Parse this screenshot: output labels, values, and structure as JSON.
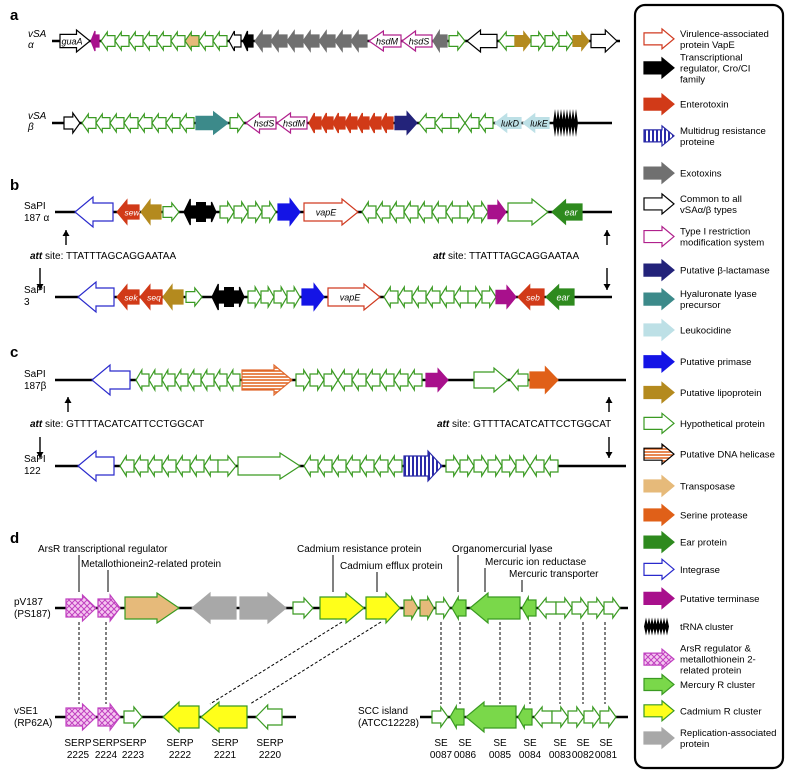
{
  "colors": {
    "hypothetical": "#3a9a22",
    "virulence": "#d03a20",
    "cro": "#000000",
    "enterotoxin": "#d13a18",
    "multidrug": "#2a2aa8",
    "exotoxin": "#707070",
    "typeI": "#b0208c",
    "beta_lactamase": "#23237a",
    "hyaluronate": "#3c8a8a",
    "leukocidine": "#bde0e6",
    "primase": "#1414e6",
    "lipoprotein": "#b48a1e",
    "dna_helicase": "#e06a30",
    "transposase": "#e6ba7a",
    "serine_protease": "#e06018",
    "ear": "#2e8a1e",
    "integrase": "#2a2acc",
    "terminase": "#a8108c",
    "trna": "#000000",
    "arsr": "#c040c0",
    "mercury": "#7ad84a",
    "cadmium": "#ffff1a",
    "replication": "#a8a8a8",
    "black": "#000000",
    "white": "#ffffff"
  },
  "panels": {
    "a": "a",
    "b": "b",
    "c": "c",
    "d": "d"
  },
  "rows": {
    "vsa_alpha": [
      "vSA",
      "α"
    ],
    "vsa_beta": [
      "vSA",
      "β"
    ],
    "sapi187a": [
      "SaPI",
      "187 α"
    ],
    "sapi3": [
      "SaPI",
      "3"
    ],
    "sapi187b": [
      "SaPI",
      "187β"
    ],
    "sapi122": [
      "SaPI",
      "122"
    ],
    "pv187": [
      "pV187",
      "(PS187)"
    ],
    "vse1": [
      "vSE1",
      "(RP62A)"
    ],
    "scc": [
      "SCC island",
      "(ATCC12228)"
    ]
  },
  "gene_labels": {
    "guaA": "guaA",
    "hsdM": "hsdM",
    "hsdS": "hsdS",
    "lukD": "lukD",
    "lukE": "lukE",
    "sew": "sew",
    "vapE": "vapE",
    "ear": "ear",
    "sek": "sek",
    "seq": "seq",
    "seb": "seb"
  },
  "att": {
    "prefix": "att",
    "b_left": " site: TTATTTAGCAGGAATAA",
    "b_right": " site: TTATTTAGCAGGAATAA",
    "c_left": " site: GTTTTACATCATTCCTGGCAT",
    "c_right": " site: GTTTTACATCATTCCTGGCAT"
  },
  "d_annotations": {
    "arsr": "ArsR transcriptional regulator",
    "metallo": "Metallothionein2-related protein",
    "cad_res": "Cadmium resistance protein",
    "cad_eff": "Cadmium efflux protein",
    "organomerc": "Organomercurial lyase",
    "merc_red": "Mercuric ion reductase",
    "merc_trans": "Mercuric transporter"
  },
  "serp_labels": [
    [
      "SERP",
      "2225"
    ],
    [
      "SERP",
      "2224"
    ],
    [
      "SERP",
      "2223"
    ],
    [
      "SERP",
      "2222"
    ],
    [
      "SERP",
      "2221"
    ],
    [
      "SERP",
      "2220"
    ]
  ],
  "se_labels": [
    [
      "SE",
      "0087"
    ],
    [
      "SE",
      "0086"
    ],
    [
      "SE",
      "0085"
    ],
    [
      "SE",
      "0084"
    ],
    [
      "SE",
      "0083"
    ],
    [
      "SE",
      "0082"
    ],
    [
      "SE",
      "0081"
    ]
  ],
  "legend": [
    {
      "label": [
        "Virulence-associated",
        "protein VapE"
      ],
      "icon": "virulence-icon"
    },
    {
      "label": [
        "Transcriptional",
        "regulator, Cro/CI",
        "family"
      ],
      "icon": "cro-regulator-icon"
    },
    {
      "label": [
        "Enterotoxin"
      ],
      "icon": "enterotoxin-icon"
    },
    {
      "label": [
        "Multidrug resistance",
        "proteine"
      ],
      "icon": "multidrug-icon"
    },
    {
      "label": [
        "Exotoxins"
      ],
      "icon": "exotoxin-icon"
    },
    {
      "label": [
        "Common to all",
        "vSAα/β types"
      ],
      "icon": "common-icon"
    },
    {
      "label": [
        "Type I restriction",
        "modification system"
      ],
      "icon": "type-i-icon"
    },
    {
      "label": [
        "Putative β-lactamase"
      ],
      "icon": "beta-lactamase-icon"
    },
    {
      "label": [
        "Hyaluronate lyase",
        "precursor"
      ],
      "icon": "hyaluronate-icon"
    },
    {
      "label": [
        "Leukocidine"
      ],
      "icon": "leukocidine-icon"
    },
    {
      "label": [
        "Putative primase"
      ],
      "icon": "primase-icon"
    },
    {
      "label": [
        "Putative lipoprotein"
      ],
      "icon": "lipoprotein-icon"
    },
    {
      "label": [
        "Hypothetical protein"
      ],
      "icon": "hypothetical-icon"
    },
    {
      "label": [
        "Putative DNA helicase"
      ],
      "icon": "dna-helicase-icon"
    },
    {
      "label": [
        "Transposase"
      ],
      "icon": "transposase-icon"
    },
    {
      "label": [
        "Serine protease"
      ],
      "icon": "serine-protease-icon"
    },
    {
      "label": [
        "Ear protein"
      ],
      "icon": "ear-icon"
    },
    {
      "label": [
        "Integrase"
      ],
      "icon": "integrase-icon"
    },
    {
      "label": [
        "Putative terminase"
      ],
      "icon": "terminase-icon"
    },
    {
      "label": [
        "tRNA cluster"
      ],
      "icon": "trna-icon"
    },
    {
      "label": [
        "ArsR regulator &",
        "metallothionein 2-",
        "related protein"
      ],
      "icon": "arsr-icon"
    },
    {
      "label": [
        "Mercury R cluster"
      ],
      "icon": "mercury-icon"
    },
    {
      "label": [
        "Cadmium R cluster"
      ],
      "icon": "cadmium-icon"
    },
    {
      "label": [
        "Replication-associated",
        "protein"
      ],
      "icon": "replication-icon"
    }
  ]
}
